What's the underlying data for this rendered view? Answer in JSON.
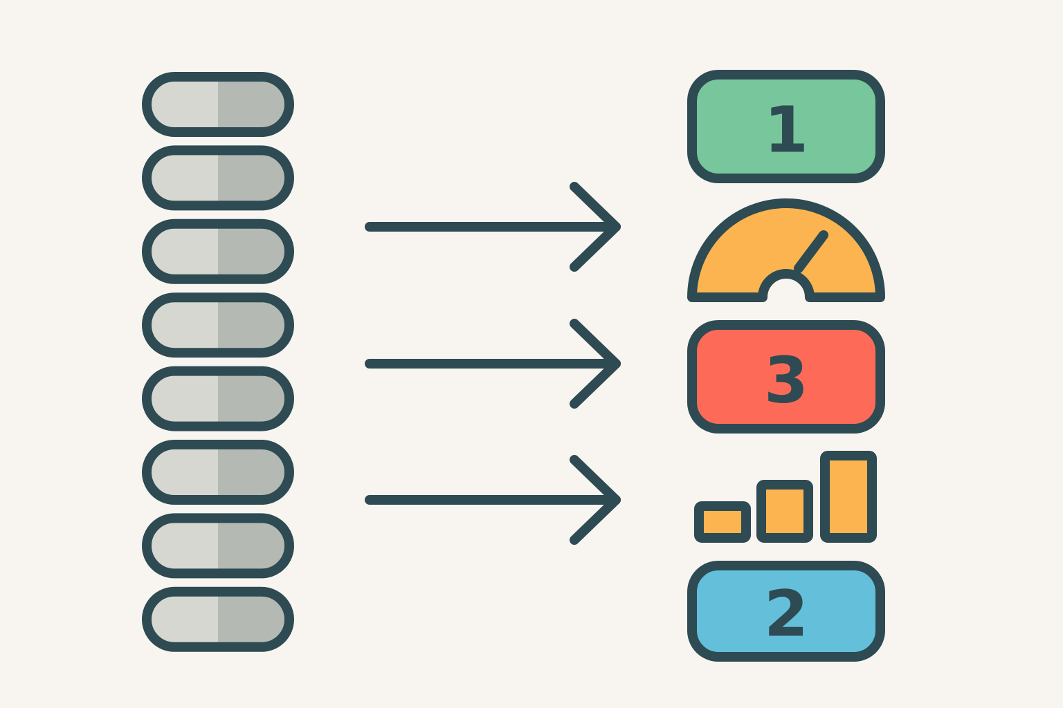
{
  "colors": {
    "background": "#f8f5f0",
    "outline": "#2e4a52",
    "pill_light": "#d6d7d0",
    "pill_dark": "#b4b9b3",
    "green": "#78c69c",
    "orange": "#fbb44f",
    "red": "#fd6b58",
    "blue": "#63bfda"
  },
  "input_list": {
    "item_count": 8,
    "item_kind": "pill"
  },
  "arrows": {
    "count": 3,
    "direction": "right"
  },
  "outputs": [
    {
      "kind": "numbered-box",
      "label": "1",
      "color": "green",
      "icon": "badge-icon"
    },
    {
      "kind": "gauge",
      "icon": "gauge-icon",
      "color": "orange"
    },
    {
      "kind": "numbered-box",
      "label": "3",
      "color": "red",
      "icon": "badge-icon"
    },
    {
      "kind": "bar-chart",
      "icon": "bar-chart-icon",
      "color": "orange",
      "bar_levels": [
        0.33,
        0.55,
        0.85
      ]
    },
    {
      "kind": "numbered-box",
      "label": "2",
      "color": "blue",
      "icon": "badge-icon"
    }
  ]
}
